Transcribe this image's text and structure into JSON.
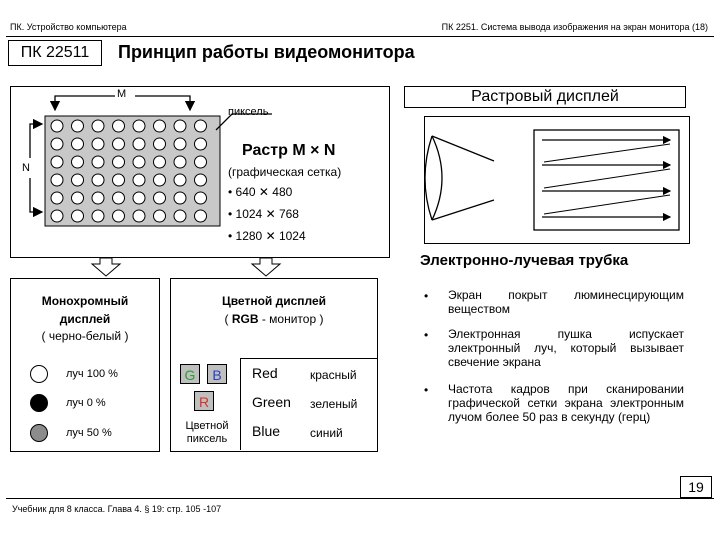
{
  "header": {
    "course_left": "ПК. Устройство компьютера",
    "course_right": "ПК 2251. Система вывода изображения на экран монитора (18)",
    "code": "ПК 22511",
    "title": "Принцип работы видеомонитора"
  },
  "raster_panel": {
    "label_m": "M",
    "label_n": "N",
    "label_pixel": "пиксель",
    "raster_title": "Растр M × N",
    "raster_sub": "(графическая сетка)",
    "resolutions": [
      "• 640 ✕ 480",
      "• 1024 ✕ 768",
      "• 1280 ✕ 1024"
    ],
    "grid_rows": 6,
    "grid_cols": 8
  },
  "right_panel": {
    "title": "Растровый дисплей",
    "crt_title": "Электронно-лучевая трубка",
    "bullets": [
      "Экран покрыт люминесцирующим веществом",
      "Электронная пушка испускает электронный луч, который вызывает свечение экрана",
      "Частота кадров при сканировании графической сетки экрана электронным лучом более 50 раз в секунду (герц)"
    ]
  },
  "mono": {
    "title_lines": [
      "Монохромный",
      "дисплей"
    ],
    "subtitle": "( черно-белый )",
    "rays": [
      "луч 100 %",
      "луч 0 %",
      "луч 50 %"
    ]
  },
  "color": {
    "title": "Цветной дисплей",
    "subtitle_prefix": "( ",
    "subtitle_bold": "RGB",
    "subtitle_suffix": " - монитор )",
    "pixel_letters": [
      "G",
      "B",
      "R"
    ],
    "pixel_caption_lines": [
      "Цветной",
      "пиксель"
    ],
    "rgb_en": [
      "Red",
      "Green",
      "Blue"
    ],
    "rgb_ru": [
      "красный",
      "зеленый",
      "синий"
    ],
    "colors": {
      "g": "#2e9e2e",
      "b": "#2a3fbf",
      "r": "#d8322a",
      "fill": "#bfbfbf"
    }
  },
  "footer": {
    "page_number": "19",
    "reference": "Учебник для 8 класса. Глава 4. § 19: стр. 105 -107"
  }
}
